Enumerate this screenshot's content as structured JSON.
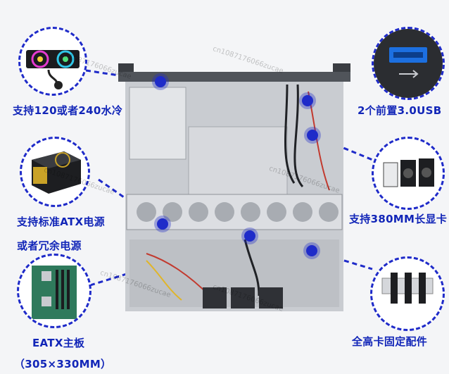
{
  "features": {
    "water_cooling": "支持120或者240水冷",
    "usb_front": "2个前置3.0USB",
    "psu_line1": "支持标准ATX电源",
    "psu_line2": "或者冗余电源",
    "gpu": "支持380MM长显卡",
    "mobo_line1": "EATX主板",
    "mobo_line2": "（305×330MM）",
    "slot_bracket": "全高卡固定配件"
  },
  "watermark": "cn1087176066zucae",
  "colors": {
    "accent": "#1f2bc9",
    "label": "#1226b8",
    "chassis": "#c9ccd1",
    "background": "#f4f5f7"
  }
}
